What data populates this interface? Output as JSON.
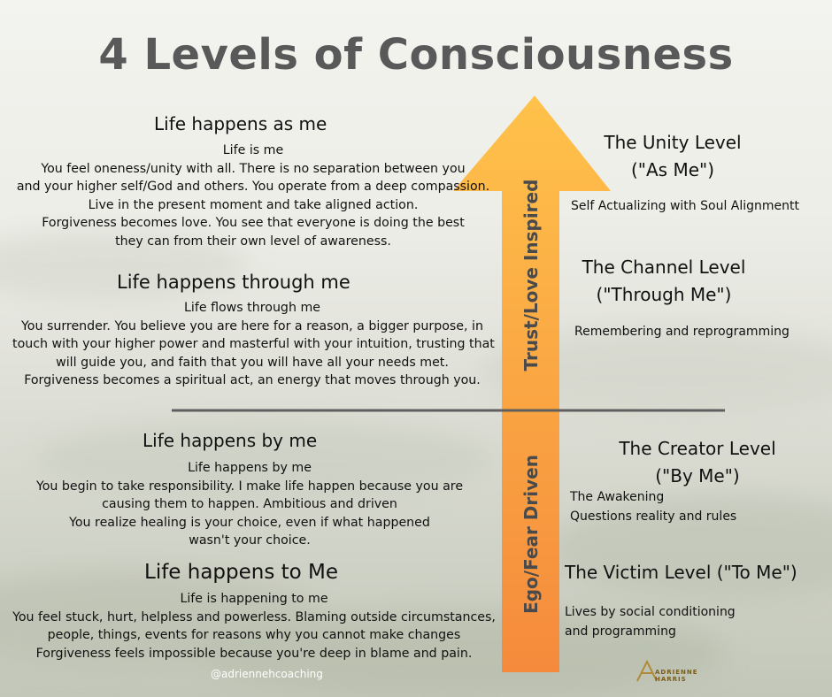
{
  "title": "4 Levels of Consciousness",
  "colors": {
    "arrow_top": "#ffc24a",
    "arrow_bottom": "#f58a3c",
    "title": "#595959",
    "divider": "#5f5f5f",
    "axis_label": "#4a4a4a"
  },
  "axis": {
    "upper_label": "Trust/Love Inspired",
    "lower_label": "Ego/Fear Driven"
  },
  "left": {
    "as_me": {
      "heading": "Life happens as me",
      "lines": [
        "Life is me",
        "You feel oneness/unity with all. There is no separation between you",
        "and your higher self/God and others.  You operate from a deep compassion.",
        "Live in the present moment and take aligned action.",
        "Forgiveness becomes love. You see that everyone is doing the best",
        "they can from their own level of awareness."
      ]
    },
    "through_me": {
      "heading": "Life happens through me",
      "lines": [
        "Life flows through me",
        "You surrender.  You believe you are here for a reason, a bigger purpose, in",
        "touch with your higher power and masterful with your intuition, trusting that",
        "will guide you, and faith that you will have all your needs met.",
        "Forgiveness becomes a spiritual act, an energy that moves through you."
      ]
    },
    "by_me": {
      "heading": "Life happens by me",
      "lines": [
        "Life happens by me",
        "You begin to take responsibility. I make life happen because you are",
        "causing them to happen.  Ambitious and driven",
        "You realize healing is your choice, even if what happened",
        "wasn't your choice."
      ]
    },
    "to_me": {
      "heading": "Life happens to Me",
      "lines": [
        "Life is happening to me",
        "You feel stuck, hurt, helpless and powerless. Blaming outside circumstances,",
        "people, things, events for reasons why you cannot make changes",
        "Forgiveness feels impossible because you're deep in blame and pain."
      ]
    }
  },
  "right": {
    "unity": {
      "title_line1": "The Unity Level",
      "title_line2": "(\"As Me\")",
      "sub_lines": [
        "Self Actualizing with Soul Alignmentt"
      ]
    },
    "channel": {
      "title_line1": "The Channel Level",
      "title_line2": "(\"Through Me\")",
      "sub_lines": [
        "Remembering and reprogramming"
      ]
    },
    "creator": {
      "title_line1": "The Creator Level",
      "title_line2": "(\"By Me\")",
      "sub_lines": [
        "The Awakening",
        "Questions reality and rules"
      ]
    },
    "victim": {
      "title_line1": "The Victim Level (\"To Me\")",
      "sub_lines": [
        "Lives by social conditioning",
        "and programming"
      ]
    }
  },
  "footer": {
    "handle": "@adriennehcoaching",
    "logo_text": "ADRIENNE HARRIS"
  }
}
